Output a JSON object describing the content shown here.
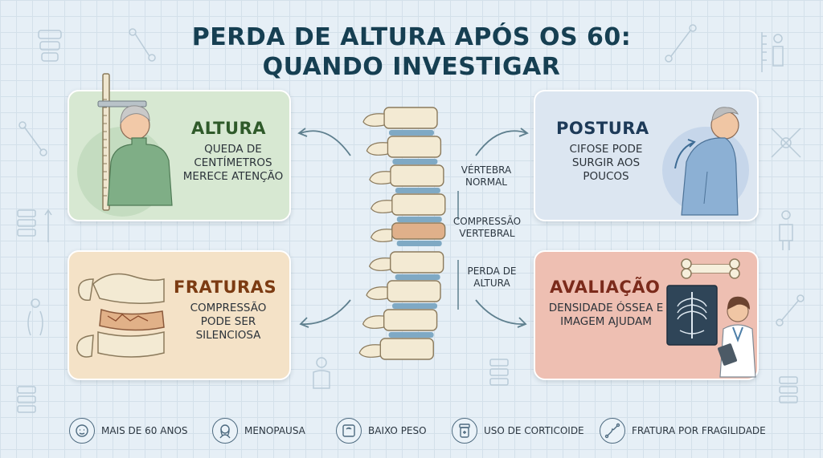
{
  "title": {
    "line1": "PERDA DE ALTURA APÓS OS 60:",
    "line2": "QUANDO INVESTIGAR"
  },
  "cards": {
    "altura": {
      "title": "ALTURA",
      "text": "QUEDA DE CENTÍMETROS MERECE ATENÇÃO"
    },
    "postura": {
      "title": "POSTURA",
      "text": "CIFOSE PODE SURGIR AOS POUCOS"
    },
    "fraturas": {
      "title": "FRATURAS",
      "text": "COMPRESSÃO PODE SER SILENCIOSA"
    },
    "avaliacao": {
      "title": "AVALIAÇÃO",
      "text": "DENSIDADE ÓSSEA E IMAGEM AJUDAM"
    }
  },
  "spine_labels": {
    "normal": "VÉRTEBRA NORMAL",
    "compressao": "COMPRESSÃO VERTEBRAL",
    "perda": "PERDA DE ALTURA"
  },
  "risk_factors": [
    {
      "label": "MAIS DE 60 ANOS",
      "icon": "elderly-face-icon"
    },
    {
      "label": "MENOPAUSA",
      "icon": "woman-icon"
    },
    {
      "label": "BAIXO PESO",
      "icon": "scale-icon"
    },
    {
      "label": "USO DE CORTICOIDE",
      "icon": "pill-bottle-icon"
    },
    {
      "label": "FRATURA POR FRAGILIDADE",
      "icon": "broken-bone-icon"
    }
  ],
  "colors": {
    "title": "#163f52",
    "altura_bg": "#d7e8d2",
    "postura_bg": "#dce6f1",
    "fraturas_bg": "#f4e2c7",
    "avaliacao_bg": "#eebfb2",
    "bone": "#f3ead3",
    "disc": "#7fa9c4"
  }
}
